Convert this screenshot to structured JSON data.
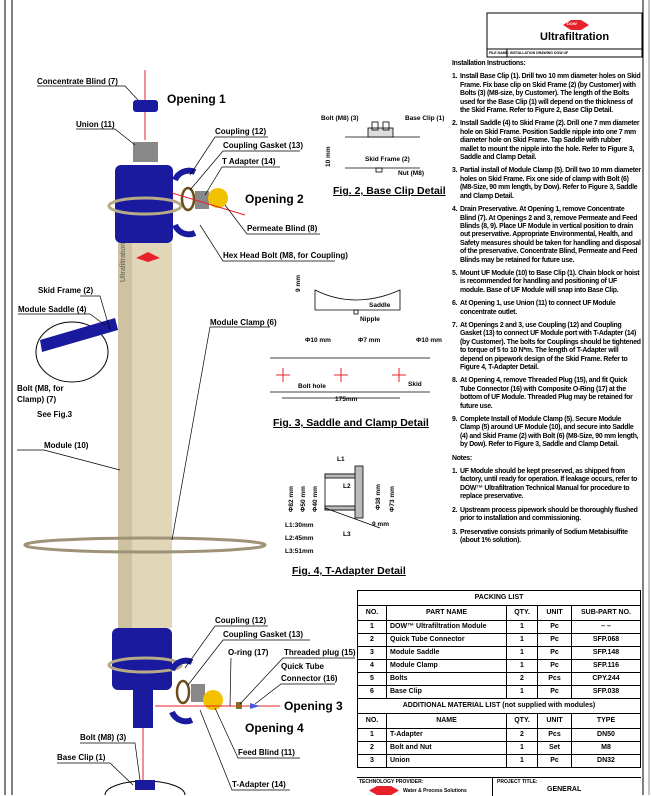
{
  "title_block": {
    "brand": "DOW",
    "title": "Ultrafiltration",
    "file_label": "FILE NAME:",
    "file_value": "INSTALLATION DRAWING DOW UF"
  },
  "main_drawing": {
    "concentrate_blind": "Concentrate Blind (7)",
    "opening1": "Opening 1",
    "union": "Union (11)",
    "coupling_top": "Coupling (12)",
    "gasket_top": "Coupling Gasket (13)",
    "tadapter_top": "T Adapter (14)",
    "opening2": "Opening 2",
    "permeate_blind": "Permeate Blind (8)",
    "hex_bolt": "Hex Head Bolt (M8, for Coupling)",
    "skid_frame": "Skid Frame (2)",
    "module_saddle": "Module Saddle (4)",
    "module_clamp": "Module Clamp (6)",
    "bolt_clamp_1": "Bolt (M8, for",
    "bolt_clamp_2": "Clamp) (7)",
    "see_fig3": "See Fig.3",
    "module": "Module (10)",
    "module_logo": "Ultrafiltration",
    "coupling_bottom": "Coupling (12)",
    "gasket_bottom": "Coupling Gasket (13)",
    "oring": "O-ring (17)",
    "threaded_plug": "Threaded plug (15)",
    "qtc_1": "Quick Tube",
    "qtc_2": "Connector (16)",
    "opening3": "Opening 3",
    "opening4": "Opening 4",
    "feed_blind": "Feed Blind (11)",
    "bolt_base": "Bolt (M8) (3)",
    "base_clip": "Base Clip (1)",
    "tadapter_bottom": "T-Adapter (14)"
  },
  "fig2": {
    "bolt": "Bolt (M8) (3)",
    "base_clip": "Base Clip (1)",
    "dim": "10 mm",
    "skid": "Skid Frame (2)",
    "nut": "Nut (M8)",
    "caption": "Fig. 2, Base Clip Detail"
  },
  "fig3": {
    "dim": "9 mm",
    "saddle": "Saddle",
    "nipple": "Nipple",
    "hole1": "Φ10 mm",
    "hole2": "Φ7 mm",
    "hole3": "Φ10 mm",
    "bolt_hole": "Bolt hole",
    "skid": "Skid",
    "length": "175mm",
    "caption": "Fig. 3, Saddle and Clamp Detail"
  },
  "fig4": {
    "l1": "L1",
    "l2": "L2",
    "l3": "L3",
    "d82": "Φ82 mm",
    "d50": "Φ50 mm",
    "d40": "Φ40 mm",
    "d38": "Φ38 mm",
    "d73": "Φ73 mm",
    "nine": "9 mm",
    "l1v": "L1:30mm",
    "l2v": "L2:45mm",
    "l3v": "L3:51mm",
    "caption": "Fig. 4, T-Adapter Detail"
  },
  "instructions": {
    "heading": "Installation Instructions:",
    "items": [
      {
        "n": "1.",
        "text": "Install Base Clip (1). Drill two 10 mm diameter holes on Skid Frame. Fix base clip on Skid Frame (2) (by Customer) with Bolts (3) (M8-size, by Customer). The length of the Bolts used for the Base Clip (1) will depend on the thickness of the Skid Frame. Refer to Figure 2, Base Clip Detail."
      },
      {
        "n": "2.",
        "text": "Install Saddle (4) to Skid Frame (2). Drill one 7 mm diameter hole on Skid Frame. Position Saddle nipple into one 7 mm diameter hole on Skid Frame. Tap Saddle with rubber mallet to mount the nipple into the hole. Refer to Figure 3, Saddle and Clamp Detail."
      },
      {
        "n": "3.",
        "text": "Partial install of Module Clamp (5). Drill two 10 mm diameter holes on Skid Frame. Fix one side of clamp with Bolt (6) (M8-Size, 90 mm length, by Dow). Refer to Figure 3, Saddle and Clamp Detail."
      },
      {
        "n": "4.",
        "text": "Drain Preservative. At Opening 1, remove Concentrate Blind (7). At Openings 2 and 3, remove Permeate and Feed Blinds (8, 9). Place UF Module in vertical position to drain out preservative. Appropriate Environmental, Health, and Safety measures should be taken for handling and disposal of the preservative. Concentrate Blind, Permeate and Feed Blinds may be retained for future use."
      },
      {
        "n": "5.",
        "text": "Mount UF Module (10) to Base Clip (1). Chain block or hoist is recommended for handling and positioning of UF module. Base of UF Module will snap into Base Clip."
      },
      {
        "n": "6.",
        "text": "At Opening 1, use Union (11) to connect UF Module concentrate outlet."
      },
      {
        "n": "7.",
        "text": "At Openings 2 and 3, use Coupling (12) and Coupling Gasket (13) to connect UF Module port with T-Adapter (14) (by Customer). The bolts for Couplings should be tightened to torque of 5 to 10 N*m. The length of T-Adapter will depend on pipework design of the Skid Frame. Refer to Figure 4, T-Adapter Detail."
      },
      {
        "n": "8.",
        "text": "At Opening 4, remove Threaded Plug (15), and fit Quick Tube Connector (16) with Composite O-Ring (17) at the bottom of UF Module. Threaded Plug may be retained for future use."
      },
      {
        "n": "9.",
        "text": "Complete Install of Module Clamp (5). Secure Module Clamp (5) around UF Module (10), and secure into Saddle (4) and Skid Frame (2) with Bolt (6) (M8-Size, 90 mm length, by Dow). Refer to Figure 3, Saddle and Clamp Detail."
      }
    ],
    "notes_heading": "Notes:",
    "notes": [
      {
        "n": "1.",
        "text": "UF Module should be kept preserved, as shipped from factory, until ready for operation. If leakage occurs, refer to DOW™ Ultrafiltration Technical Manual for procedure to replace preservative."
      },
      {
        "n": "2.",
        "text": "Upstream process pipework should be thoroughly flushed prior to installation and commissioning."
      },
      {
        "n": "3.",
        "text": "Preservative consists primarily of Sodium Metabisulfite (about 1% solution)."
      }
    ]
  },
  "packing_list": {
    "title": "PACKING LIST",
    "headers": [
      "NO.",
      "PART NAME",
      "QTY.",
      "UNIT",
      "SUB-PART NO."
    ],
    "rows": [
      [
        "1",
        "DOW™ Ultrafiltration Module",
        "1",
        "Pc",
        "– –"
      ],
      [
        "2",
        "Quick Tube Connector",
        "1",
        "Pc",
        "SFP.068"
      ],
      [
        "3",
        "Module Saddle",
        "1",
        "Pc",
        "SFP.148"
      ],
      [
        "4",
        "Module Clamp",
        "1",
        "Pc",
        "SFP.116"
      ],
      [
        "5",
        "Bolts",
        "2",
        "Pcs",
        "CPY.244"
      ],
      [
        "6",
        "Base Clip",
        "1",
        "Pc",
        "SFP.038"
      ]
    ]
  },
  "additional_list": {
    "title": "ADDITIONAL MATERIAL LIST (not supplied with modules)",
    "headers": [
      "NO.",
      "NAME",
      "QTY.",
      "UNIT",
      "TYPE"
    ],
    "rows": [
      [
        "1",
        "T-Adapter",
        "2",
        "Pcs",
        "DN50"
      ],
      [
        "2",
        "Bolt and Nut",
        "1",
        "Set",
        "M8"
      ],
      [
        "3",
        "Union",
        "1",
        "Pc",
        "DN32"
      ]
    ]
  },
  "footer": {
    "provider_label": "TECHNOLOGY PROVIDER:",
    "provider": "Water & Process Solutions",
    "project_label": "PROJECT TITLE:",
    "project": "GENERAL"
  },
  "colors": {
    "blue": "#1a1a9e",
    "tan": "#e2d6b8",
    "yellow": "#f2c200",
    "red": "#e8202a"
  }
}
